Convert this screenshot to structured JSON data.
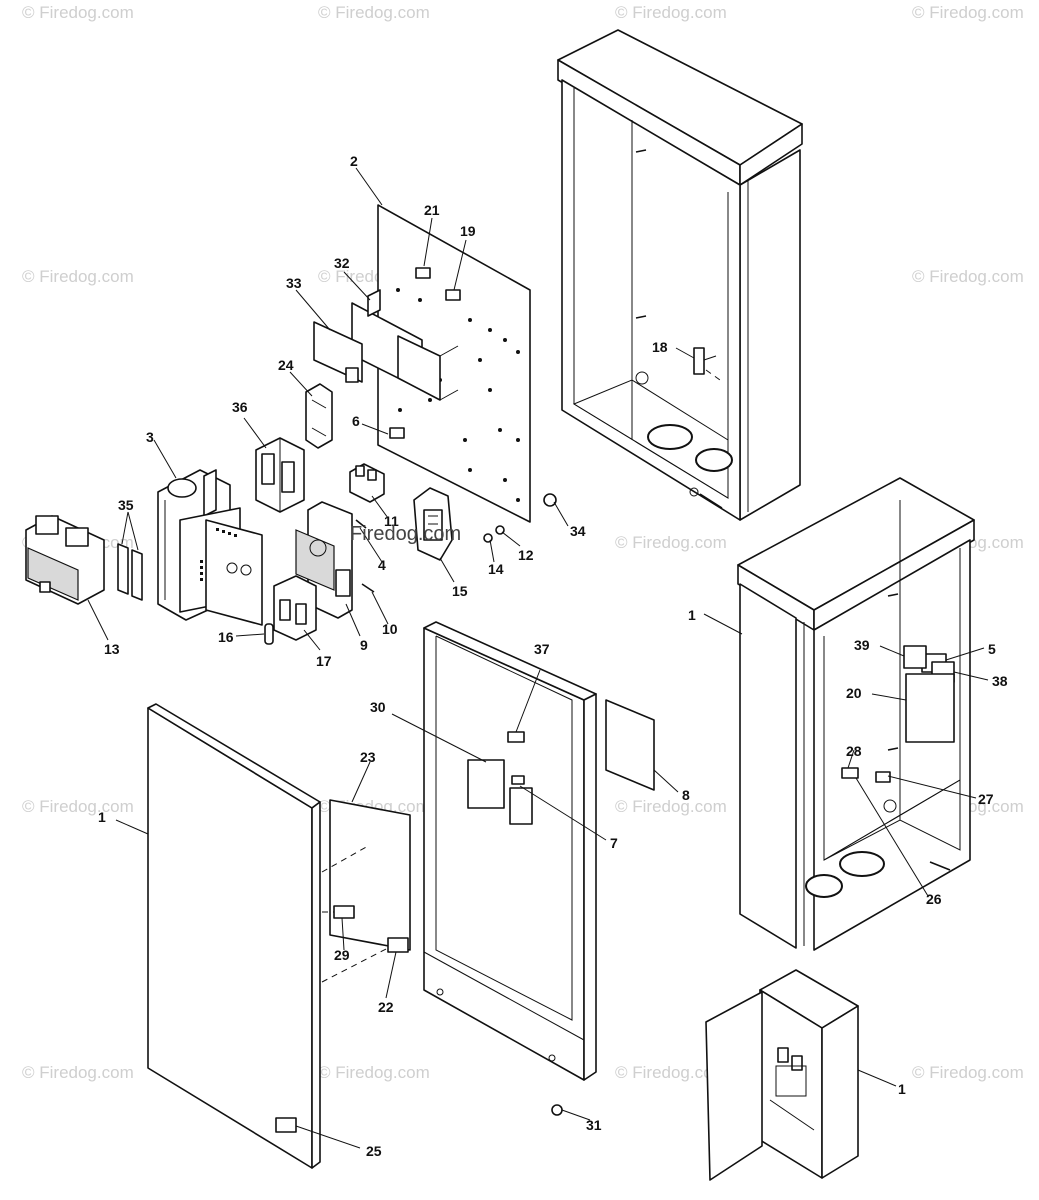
{
  "watermark": {
    "text": "© Firedog.com",
    "overlay_text": "Firedog.com"
  },
  "labels": {
    "p1": "1",
    "p2": "2",
    "p3": "3",
    "p4": "4",
    "p5": "5",
    "p6": "6",
    "p7": "7",
    "p8": "8",
    "p9": "9",
    "p10": "10",
    "p11": "11",
    "p12": "12",
    "p13": "13",
    "p14": "14",
    "p15": "15",
    "p16": "16",
    "p17": "17",
    "p18": "18",
    "p19": "19",
    "p20": "20",
    "p21": "21",
    "p22": "22",
    "p23": "23",
    "p24": "24",
    "p25": "25",
    "p26": "26",
    "p27": "27",
    "p28": "28",
    "p29": "29",
    "p30": "30",
    "p31": "31",
    "p32": "32",
    "p33": "33",
    "p34": "34",
    "p35": "35",
    "p36": "36",
    "p37": "37",
    "p38": "38",
    "p39": "39"
  }
}
